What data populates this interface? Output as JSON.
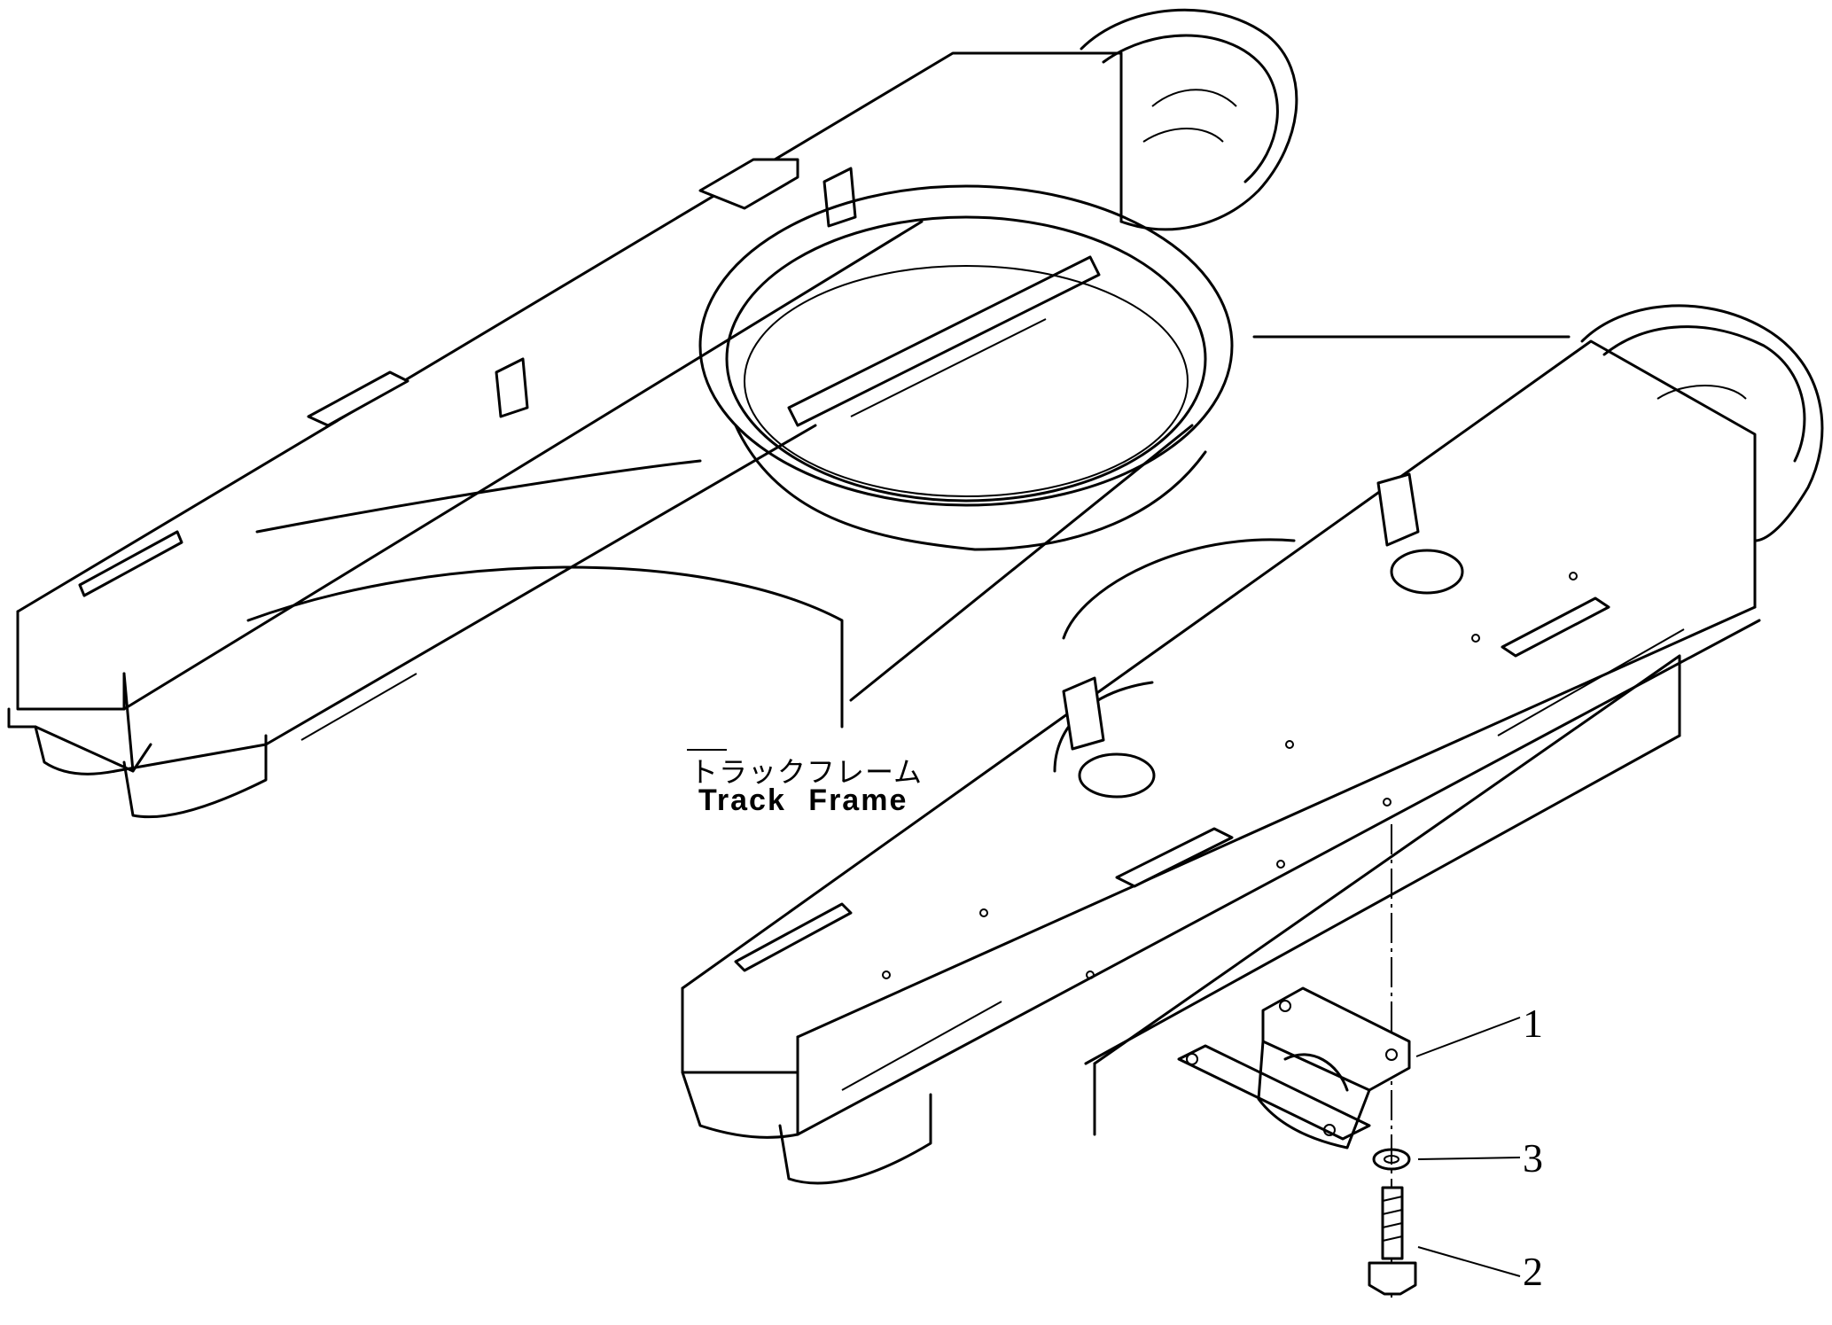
{
  "main_part": {
    "name_jp": "トラックフレーム",
    "name_en": "Track Frame"
  },
  "callouts": [
    {
      "number": "1"
    },
    {
      "number": "3"
    },
    {
      "number": "2"
    }
  ]
}
